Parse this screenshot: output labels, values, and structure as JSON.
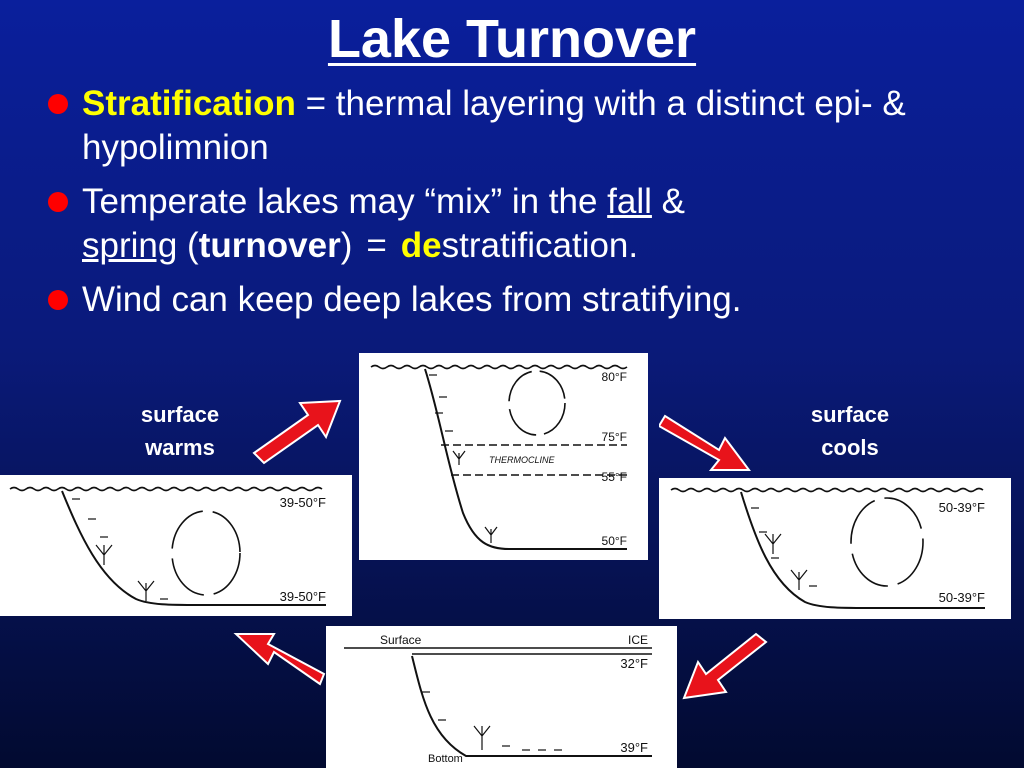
{
  "title": "Lake Turnover",
  "bullets": [
    {
      "term": "Stratification",
      "text": " = thermal layering with a distinct epi- & hypolimnion"
    },
    {
      "t1": "Temperate lakes may “mix” in the ",
      "fall": "fall",
      "t2": " & ",
      "spring": "spring",
      "t3": " (",
      "turnover": "turnover",
      "t4": ")",
      "eq": "=",
      "de": "de",
      "t5": "stratification."
    },
    {
      "text": "Wind can keep deep lakes from stratifying."
    }
  ],
  "labels": {
    "warms_1": "surface",
    "warms_2": "warms",
    "cools_1": "surface",
    "cools_2": "cools"
  },
  "diagrams": {
    "summer": {
      "t1": "80°F",
      "t2": "75°F",
      "t3": "55°F",
      "t4": "50°F",
      "thermocline": "THERMOCLINE"
    },
    "spring": {
      "top": "39-50°F",
      "bottom": "39-50°F"
    },
    "fall": {
      "top": "50-39°F",
      "bottom": "50-39°F"
    },
    "winter": {
      "surface": "Surface",
      "ice": "ICE",
      "top": "32°F",
      "bottom_label": "Bottom",
      "bottom": "39°F"
    }
  },
  "colors": {
    "arrow": "#e8131b",
    "bullet": "#ff0000",
    "highlight": "#ffff00"
  }
}
